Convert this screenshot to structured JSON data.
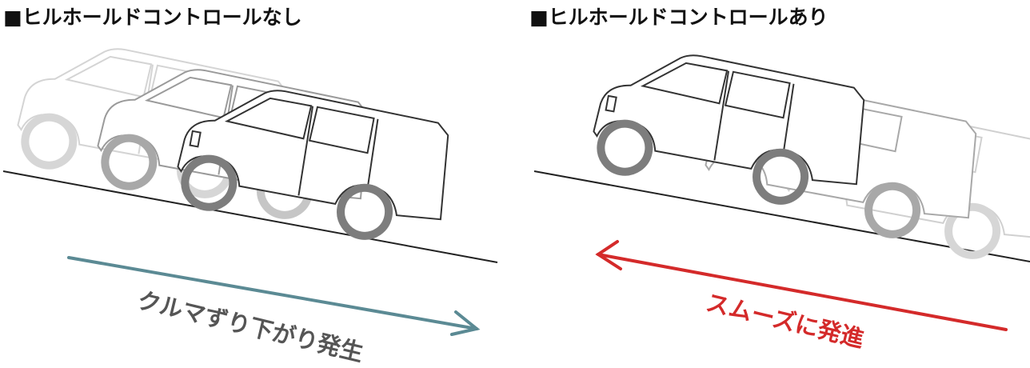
{
  "left_panel": {
    "title": "■ヒルホールドコントロールなし",
    "caption": "クルマずり下がり発生",
    "arrow_direction": "downhill",
    "arrow_color": "#5b8a94"
  },
  "right_panel": {
    "title": "■ヒルホールドコントロールあり",
    "caption": "スムーズに発進",
    "arrow_direction": "uphill",
    "arrow_color": "#d42a2a"
  },
  "colors": {
    "ground_line": "#222222",
    "car_outline": "#333333",
    "ghost_outline": "#c8c8c8",
    "tire_dark": "#7d7d7d",
    "tire_light": "#d0d0d0"
  }
}
